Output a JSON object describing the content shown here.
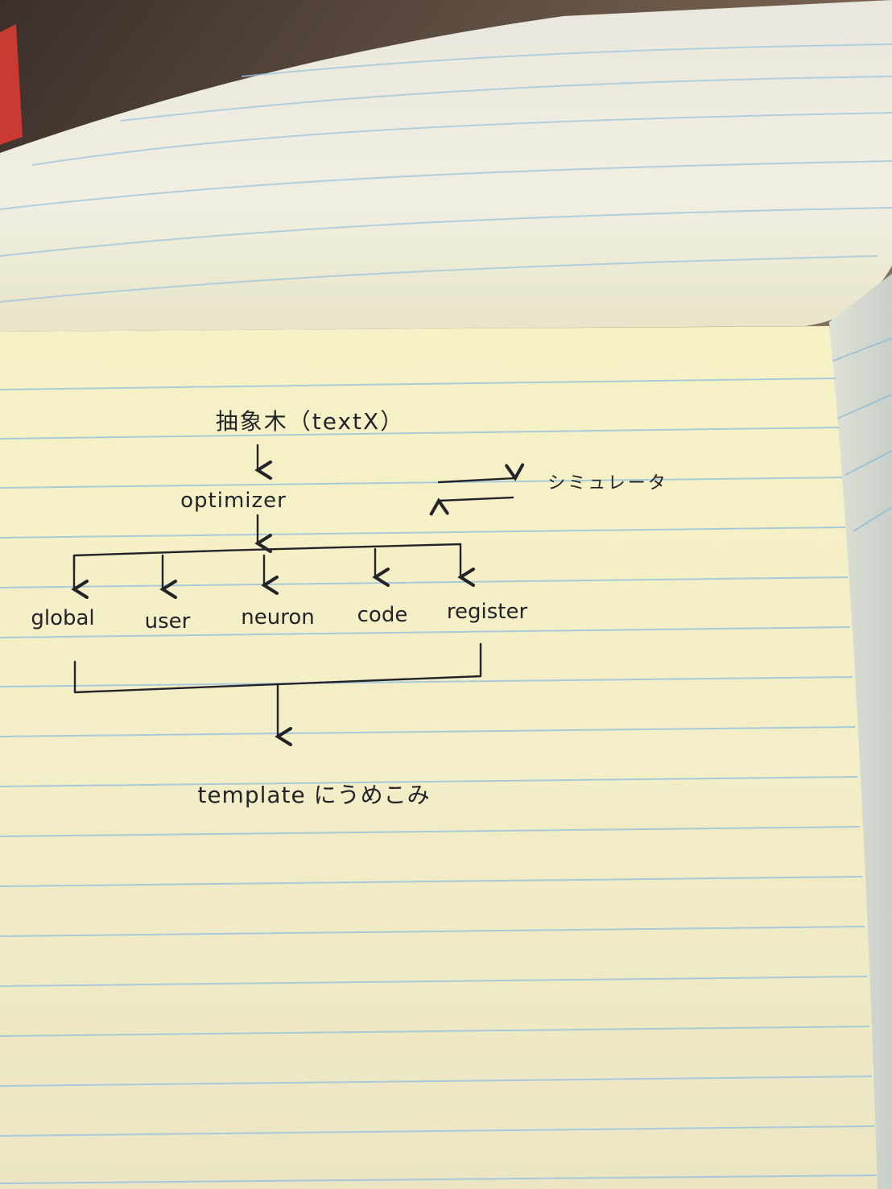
{
  "diagram": {
    "root": {
      "label": "抽象木（textX）"
    },
    "optimizer": {
      "label": "optimizer"
    },
    "simulator": {
      "label": "シミュレータ"
    },
    "branches": [
      {
        "label": "global"
      },
      {
        "label": "user"
      },
      {
        "label": "neuron"
      },
      {
        "label": "code"
      },
      {
        "label": "register"
      }
    ],
    "output": {
      "label": "template にうめこみ"
    }
  },
  "colors": {
    "ink": "#23232a",
    "paper": "#f4efc4",
    "rule": "#9cc4dc",
    "background": "#5a4a3c"
  }
}
